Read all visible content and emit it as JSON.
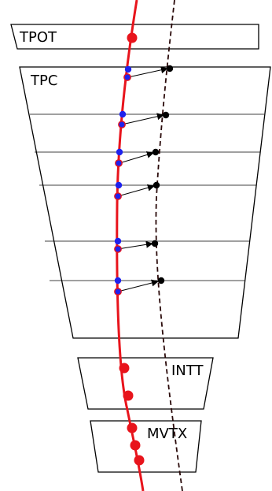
{
  "detectors": {
    "tpot": {
      "label": "TPOT"
    },
    "tpc": {
      "label": "TPC"
    },
    "intt": {
      "label": "INTT"
    },
    "mvtx": {
      "label": "MVTX"
    }
  },
  "colors": {
    "track": "#e8141c",
    "cluster_blue": "#1e22ee",
    "dashed_track": "#2a0a0a",
    "arrow": "#000000",
    "outline": "#000000",
    "background": "#ffffff"
  }
}
